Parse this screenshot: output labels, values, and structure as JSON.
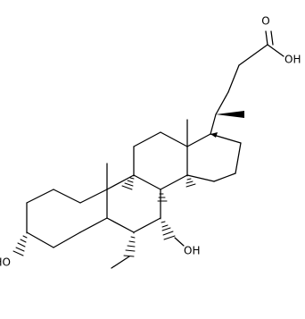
{
  "diagram": {
    "type": "structural-formula",
    "stroke_color": "#000000",
    "background_color": "#ffffff",
    "labels": {
      "carbonyl_oxygen": "O",
      "acid_hydroxyl": "OH",
      "hydroxyl_3": "HO",
      "hydroxyl_7": "OH"
    }
  }
}
